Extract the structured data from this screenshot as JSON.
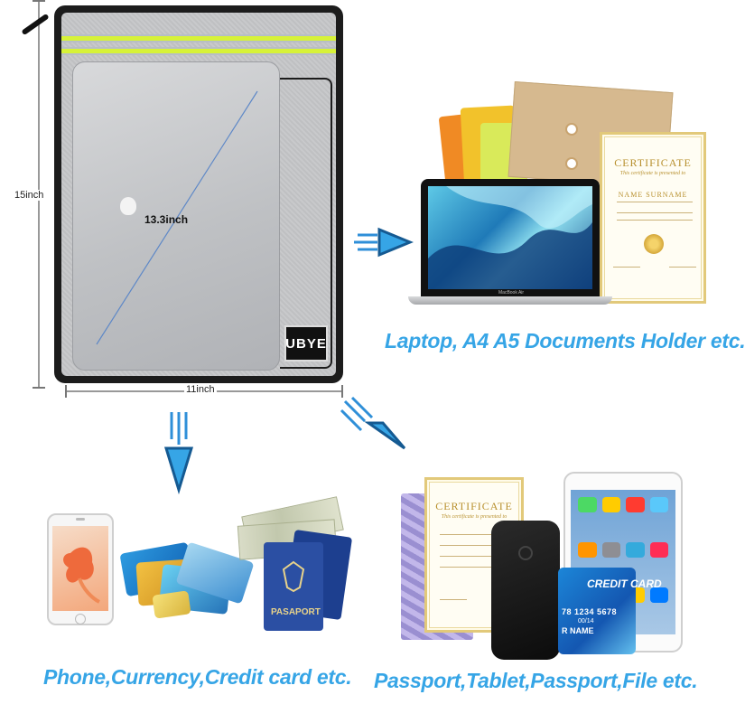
{
  "dimensions": {
    "height_label": "15inch",
    "width_label": "11inch",
    "laptop_label": "13.3inch"
  },
  "bag": {
    "brand_label": "UBYE"
  },
  "panels": {
    "top_right": {
      "caption": "Laptop, A4 A5 Documents Holder etc.",
      "certificate": {
        "title": "CERTIFICATE",
        "subtitle": "This certificate is presented to",
        "name": "NAME SURNAME"
      },
      "laptop_brand": "MacBook Air"
    },
    "bottom_left": {
      "caption": "Phone,Currency,Credit card etc.",
      "passport_label": "PASAPORT"
    },
    "bottom_right": {
      "caption": "Passport,Tablet,Passport,File etc.",
      "certificate": {
        "title": "CERTIFICATE",
        "subtitle": "This certificate is presented to"
      },
      "credit_card": {
        "title": "CREDIT CARD",
        "number": "78 1234 5678",
        "date": "00/14",
        "name": "R NAME"
      }
    }
  },
  "colors": {
    "caption": "#36a5e6",
    "reflective_stripe": "#d7f238",
    "arrow": "#2f8fd8"
  }
}
